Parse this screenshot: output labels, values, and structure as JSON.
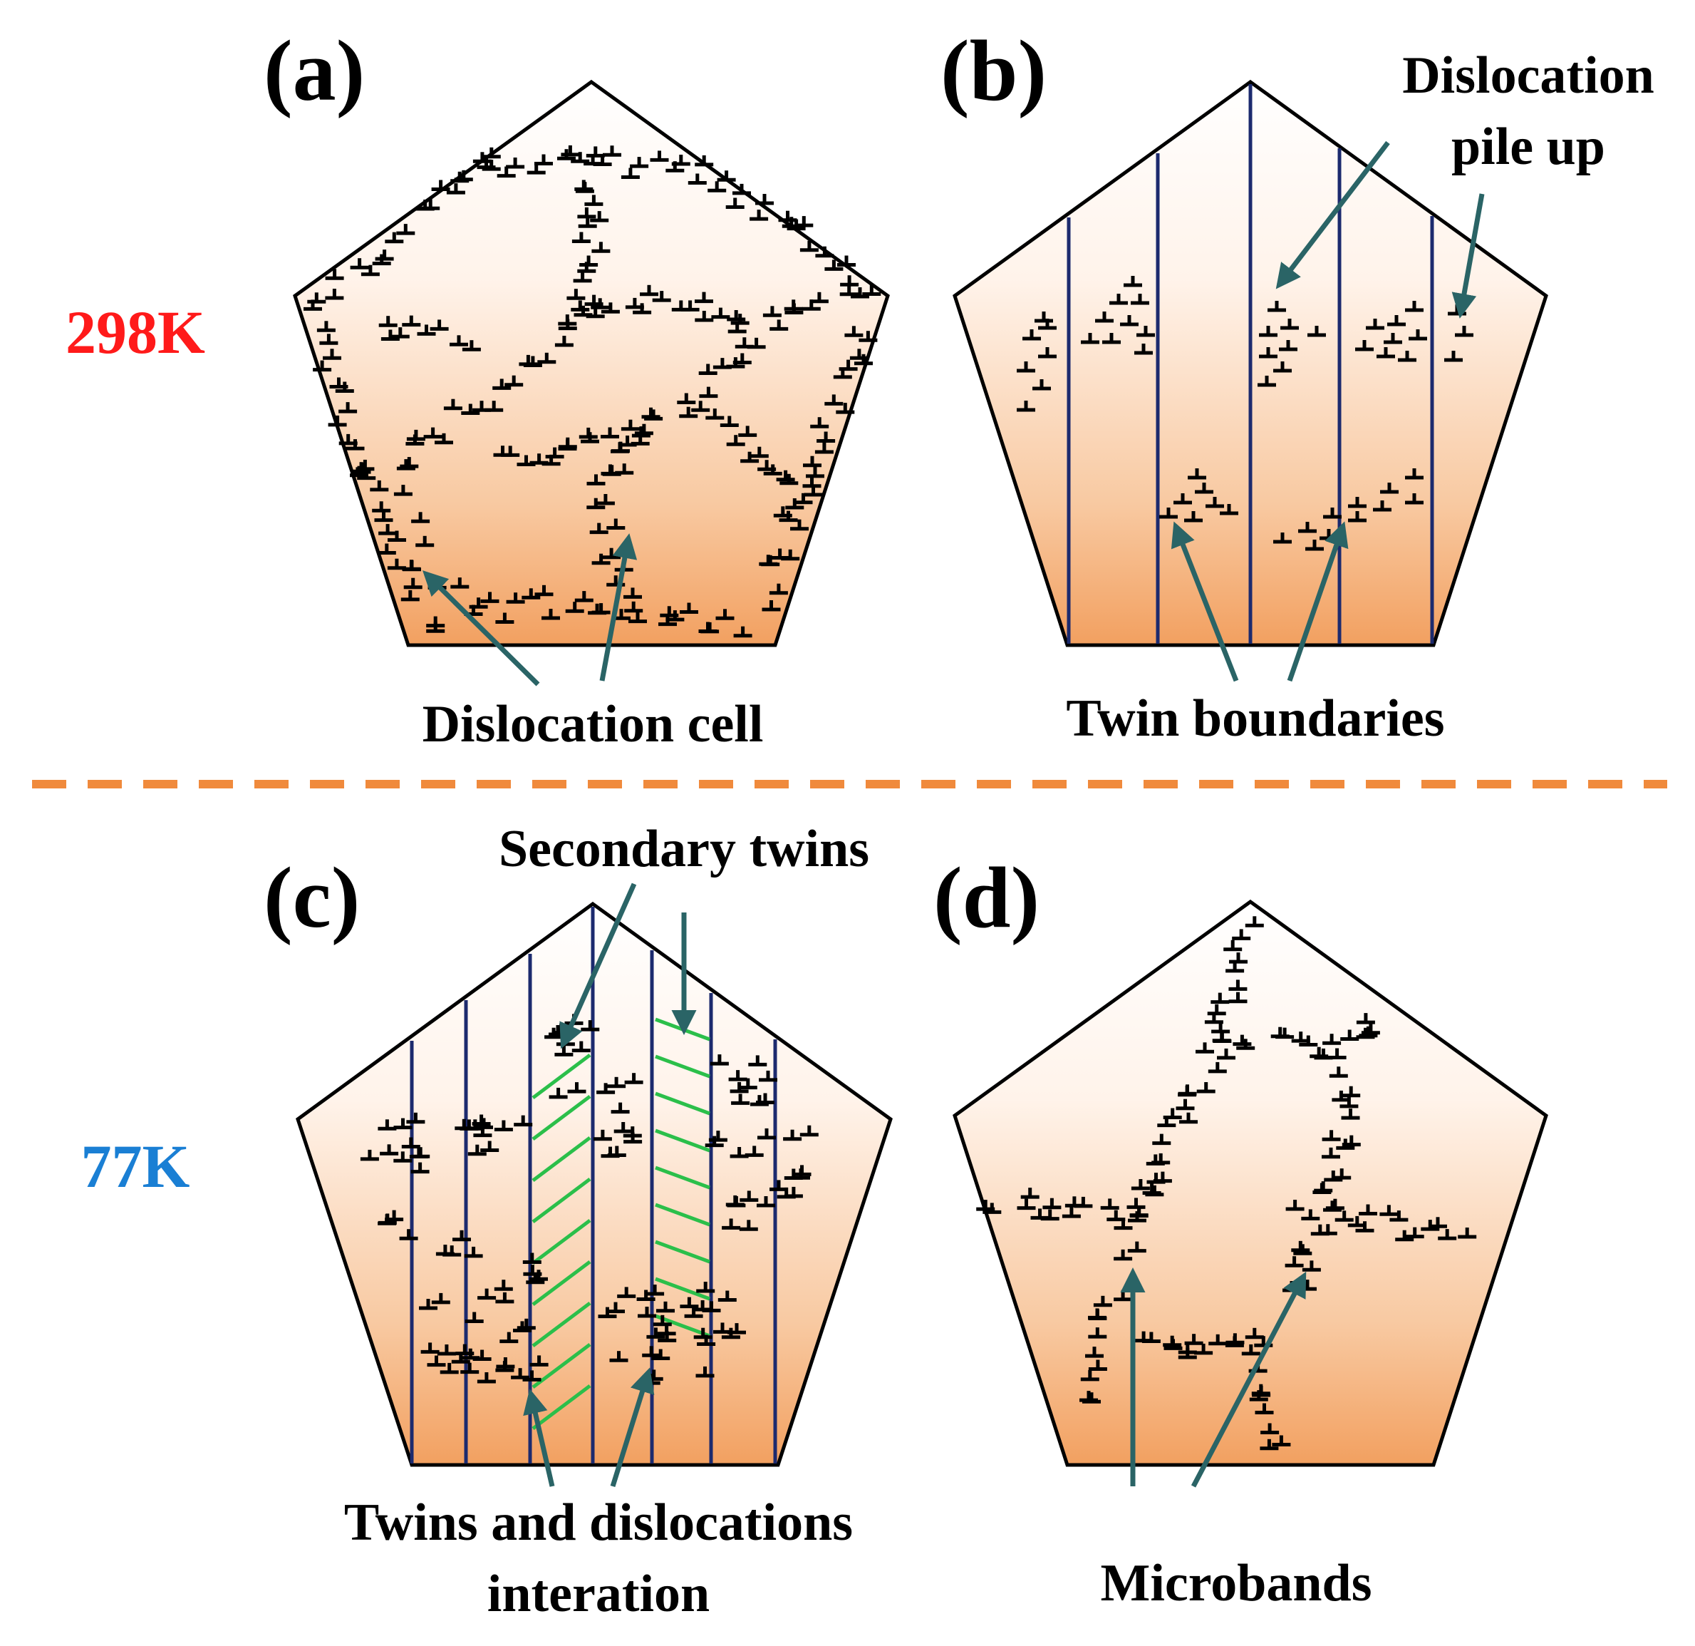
{
  "rows": [
    {
      "temperature": "298K",
      "color": "#ff1a1a"
    },
    {
      "temperature": "77K",
      "color": "#1a7fd4"
    }
  ],
  "panels": [
    {
      "id": "a",
      "label": "(a)",
      "annotations": [
        "Dislocation cell"
      ]
    },
    {
      "id": "b",
      "label": "(b)",
      "annotations": [
        "Dislocation",
        "pile up",
        "Twin boundaries"
      ]
    },
    {
      "id": "c",
      "label": "(c)",
      "annotations": [
        "Secondary twins",
        "Twins and dislocations",
        "interation"
      ]
    },
    {
      "id": "d",
      "label": "(d)",
      "annotations": [
        "Microbands"
      ]
    }
  ],
  "colors": {
    "separator": "#f08a3c",
    "arrow": "#2a6466",
    "twin_boundary": "#1c2a6e",
    "secondary_twin": "#2bbf4a",
    "grain_fill_bottom": "#f5a86a",
    "grain_fill_top": "#ffffff"
  }
}
